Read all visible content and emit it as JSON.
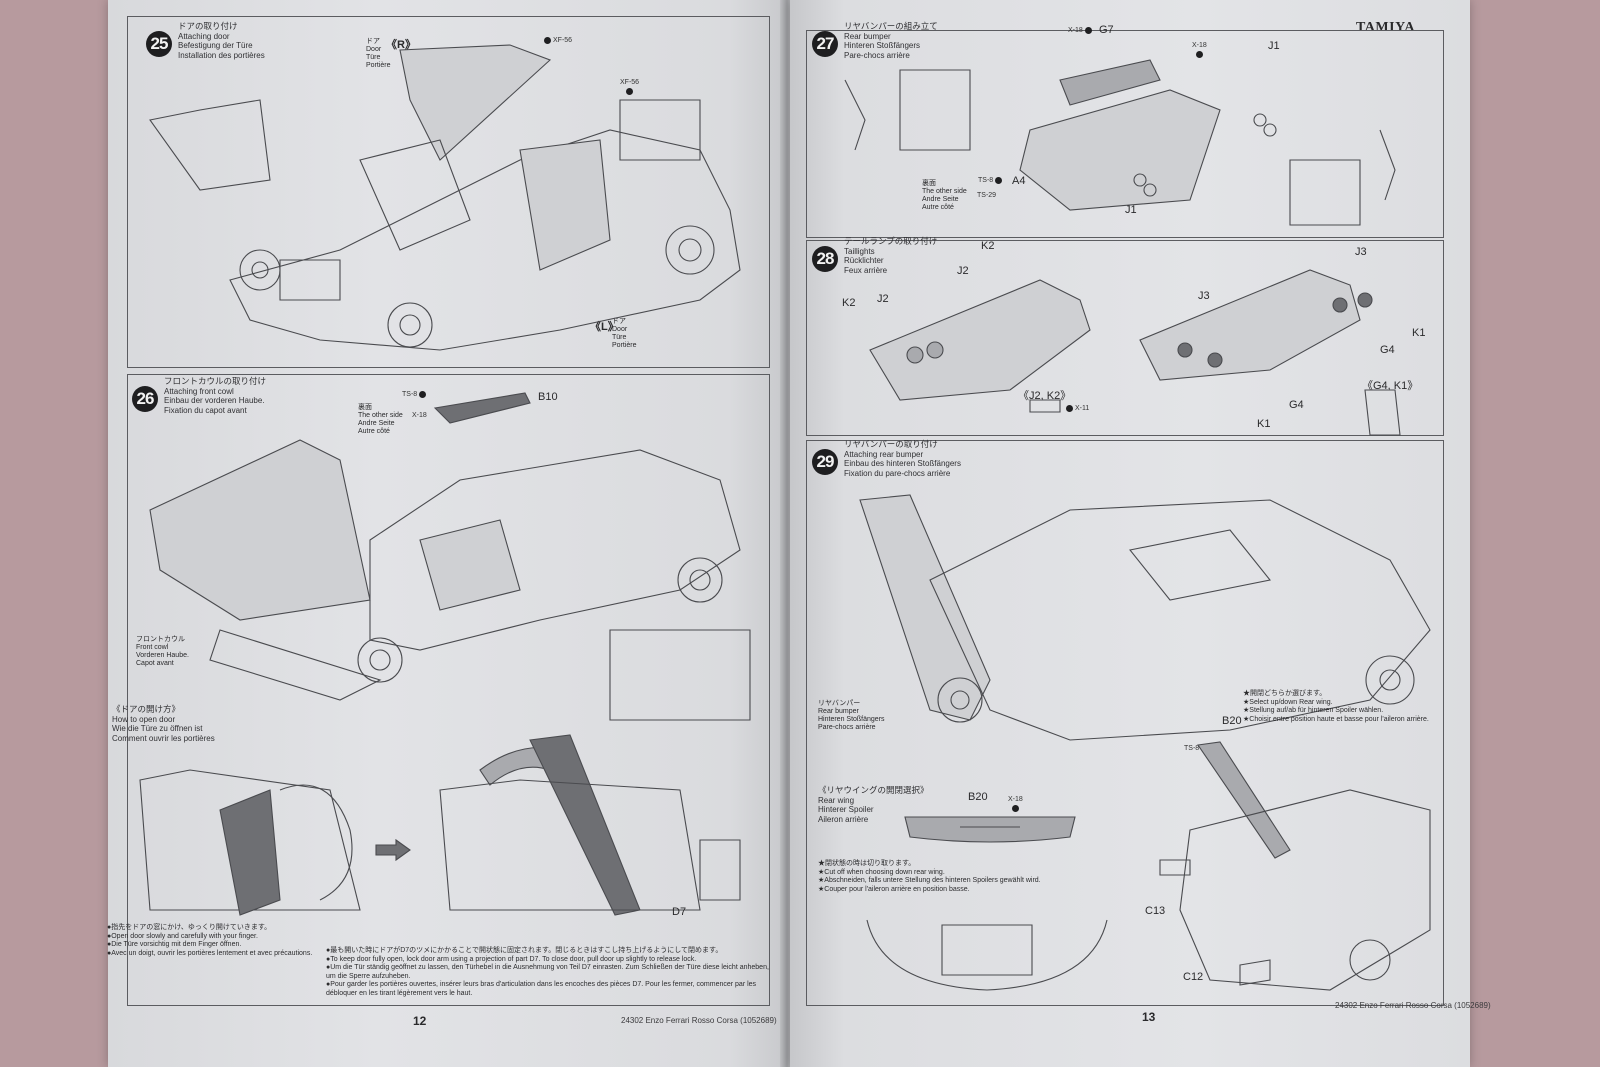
{
  "left_page": {
    "page_number": "12",
    "footer": "24302  Enzo Ferrari Rosso Corsa (1052689)",
    "steps": [
      {
        "number": "25",
        "title_jp": "ドアの取り付け",
        "title_en": "Attaching door",
        "title_de": "Befestigung der Türe",
        "title_fr": "Installation des portières",
        "labels": {
          "door_r_jp": "ドア",
          "door_r_en": "Door",
          "door_r_de": "Türe",
          "door_r_fr": "Portière",
          "door_r_tag": "《R》",
          "door_l_tag": "《L》",
          "door_l_jp": "ドア",
          "door_l_en": "Door",
          "door_l_de": "Türe",
          "door_l_fr": "Portière",
          "paint_1": "XF-56",
          "paint_2": "XF-56"
        }
      },
      {
        "number": "26",
        "title_jp": "フロントカウルの取り付け",
        "title_en": "Attaching front cowl",
        "title_de": "Einbau der vorderen Haube.",
        "title_fr": "Fixation du capot avant",
        "labels": {
          "paint_ts": "TS-8",
          "paint_x": "X-18",
          "other_side_jp": "裏面",
          "other_side_en": "The other side",
          "other_side_de": "Andre Seite",
          "other_side_fr": "Autre côté",
          "part": "B10",
          "cowl_jp": "フロントカウル",
          "cowl_en": "Front cowl",
          "cowl_de": "Vorderen Haube.",
          "cowl_fr": "Capot avant"
        }
      }
    ],
    "how_to_open": {
      "title_jp": "《ドアの開け方》",
      "title_en": "How to open door",
      "title_de": "Wie die Türe zu öffnen ist",
      "title_fr": "Comment ouvrir les portières",
      "part": "D7",
      "note_a": [
        "●指先をドアの窓にかけ、ゆっくり開けていきます。",
        "●Open door slowly and carefully with your finger.",
        "●Die Türe vorsichtig mit dem Finger öffnen.",
        "●Avec un doigt, ouvrir les portières lentement et avec précautions."
      ],
      "note_b": [
        "●最も開いた時にドアがD7のツメにかかることで開状態に固定されます。閉じるときはすこし持ち上げるようにして閉めます。",
        "●To keep door fully open, lock door arm using a projection of part D7. To close door, pull door up slightly to release lock.",
        "●Um die Tür ständig geöffnet zu lassen, den Türhebel in die Ausnehmung von Teil D7 einrasten. Zum Schließen der Türe diese leicht anheben, um die Sperre aufzuheben.",
        "●Pour garder les portières ouvertes, insérer leurs bras d'articulation dans les encoches des pièces D7. Pour les fermer, commencer par les débloquer en les tirant légèrement vers le haut."
      ]
    }
  },
  "right_page": {
    "brand": "TAMIYA",
    "page_number": "13",
    "footer": "24302  Enzo Ferrari Rosso Corsa (1052689)",
    "steps": [
      {
        "number": "27",
        "title_jp": "リヤバンパーの組み立て",
        "title_en": "Rear bumper",
        "title_de": "Hinteren Stoßfängers",
        "title_fr": "Pare-chocs arrière",
        "labels": {
          "paint_g7": "X-18",
          "part_g7": "G7",
          "paint_x18": "X-18",
          "part_j1a": "J1",
          "part_j1b": "J1",
          "paint_ts8": "TS-8",
          "paint_ts29": "TS-29",
          "part_a4": "A4",
          "other_side_jp": "裏面",
          "other_side_en": "The other side",
          "other_side_de": "Andre Seite",
          "other_side_fr": "Autre côté"
        }
      },
      {
        "number": "28",
        "title_jp": "テールランプの取り付け",
        "title_en": "Taillights",
        "title_de": "Rücklichter",
        "title_fr": "Feux arrière",
        "labels": {
          "k2_top": "K2",
          "j2_top": "J2",
          "k2_left": "K2",
          "j2_left": "J2",
          "j3_a": "J3",
          "j3_b": "J3",
          "k1_a": "K1",
          "k1_b": "K1",
          "g4_a": "G4",
          "g4_b": "G4",
          "j2k2_tag": "《J2, K2》",
          "j2k2_paint": "X-11",
          "g4k1_tag": "《G4, K1》"
        }
      },
      {
        "number": "29",
        "title_jp": "リヤバンパーの取り付け",
        "title_en": "Attaching rear bumper",
        "title_de": "Einbau des hinteren Stoßfängers",
        "title_fr": "Fixation du pare-chocs arrière",
        "labels": {
          "bumper_jp": "リヤバンパー",
          "bumper_en": "Rear bumper",
          "bumper_de": "Hinteren Stoßfängers",
          "bumper_fr": "Pare-chocs arrière",
          "part_b20": "B20",
          "paint_ts8": "TS-8",
          "part_c13": "C13",
          "part_c12": "C12"
        },
        "select_note": [
          "★開閉どちらか選びます。",
          "★Select up/down Rear wing.",
          "★Stellung auf/ab für hinteren Spoiler wählen.",
          "★Choisir entre position haute et basse pour l'aileron arrière."
        ]
      }
    ],
    "rear_wing": {
      "title_jp": "《リヤウイングの開閉選択》",
      "title_en": "Rear wing",
      "title_de": "Hinterer Spoiler",
      "title_fr": "Aileron arrière",
      "part": "B20",
      "paint": "X-18",
      "notes": [
        "★閉状態の時は切り取ります。",
        "★Cut off when choosing down rear wing.",
        "★Abschneiden, falls untere Stellung des hinteren Spoilers gewählt wird.",
        "★Couper pour l'aileron arrière en position basse."
      ]
    }
  }
}
